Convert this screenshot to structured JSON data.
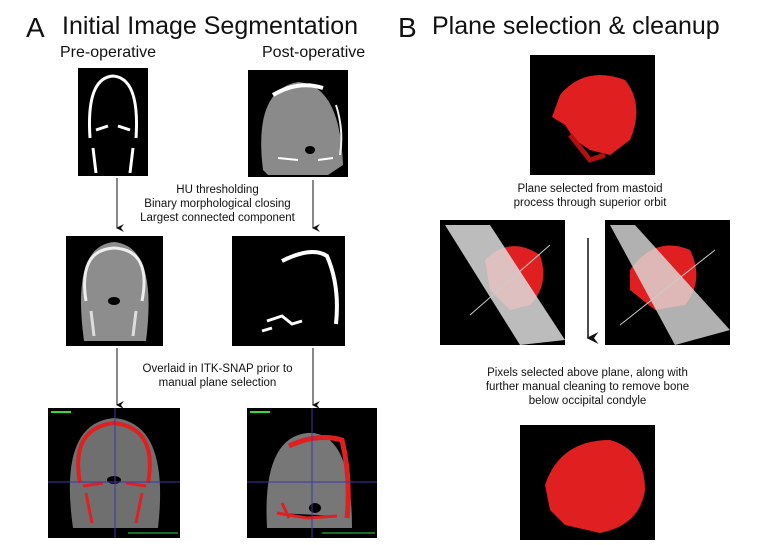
{
  "panel_a": {
    "letter": "A",
    "title": "Initial Image Segmentation",
    "col_pre": "Pre-operative",
    "col_post": "Post-operative",
    "step1": [
      "HU thresholding",
      "Binary morphological closing",
      "Largest connected component"
    ],
    "step2": [
      "Overlaid in ITK-SNAP prior to",
      "manual plane selection"
    ]
  },
  "panel_b": {
    "letter": "B",
    "title": "Plane selection & cleanup",
    "step1": [
      "Plane selected from mastoid",
      "process through superior orbit"
    ],
    "step2": [
      "Pixels selected above plane, along with",
      "further manual cleaning to remove bone",
      "below occipital condyle"
    ]
  },
  "colors": {
    "bone": "#e02020",
    "ct_gray": "#777777",
    "crosshair": "#3a3aa8",
    "label": "#33dd33"
  }
}
